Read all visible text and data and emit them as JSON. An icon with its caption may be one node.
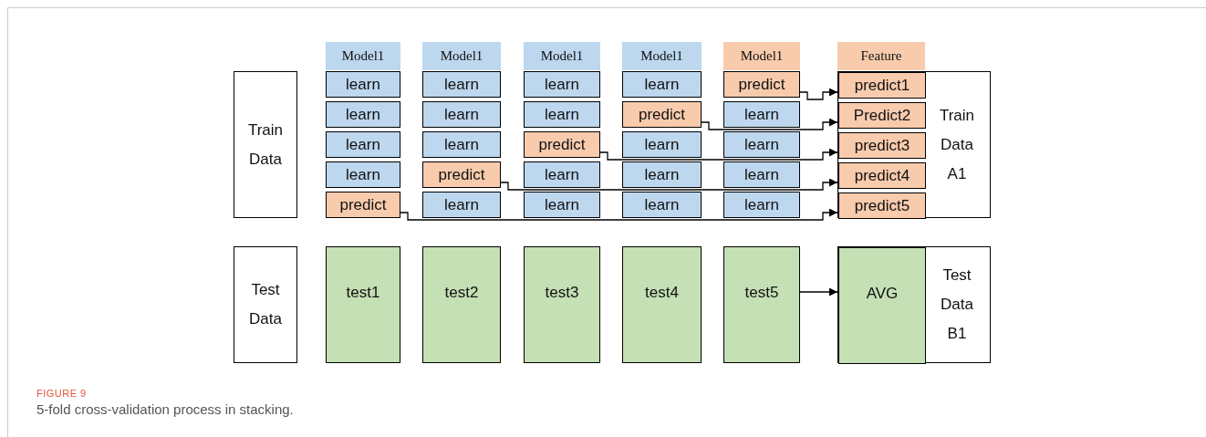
{
  "diagram": {
    "title": "FIGURE 9",
    "caption": "5-fold cross-validation process in stacking.",
    "nodes": [
      {
        "text": [
          "Train Data"
        ]
      },
      {
        "text": [
          "Model1"
        ]
      },
      {
        "text": [
          "learn"
        ]
      },
      {
        "text": [
          "learn"
        ]
      },
      {
        "text": [
          "learn"
        ]
      },
      {
        "text": [
          "learn"
        ]
      },
      {
        "text": [
          "predict"
        ]
      },
      {
        "text": [
          "Model1"
        ]
      },
      {
        "text": [
          "learn"
        ]
      },
      {
        "text": [
          "learn"
        ]
      },
      {
        "text": [
          "learn"
        ]
      },
      {
        "text": [
          "predict"
        ]
      },
      {
        "text": [
          "learn"
        ]
      },
      {
        "text": [
          "Model1"
        ]
      },
      {
        "text": [
          "learn"
        ]
      },
      {
        "text": [
          "learn"
        ]
      },
      {
        "text": [
          "predict"
        ]
      },
      {
        "text": [
          "learn"
        ]
      },
      {
        "text": [
          "learn"
        ]
      },
      {
        "text": [
          "Model1"
        ]
      },
      {
        "text": [
          "learn"
        ]
      },
      {
        "text": [
          "predict"
        ]
      },
      {
        "text": [
          "learn"
        ]
      },
      {
        "text": [
          "learn"
        ]
      },
      {
        "text": [
          "learn"
        ]
      },
      {
        "text": [
          "Model1"
        ]
      },
      {
        "text": [
          "predict"
        ]
      },
      {
        "text": [
          "learn"
        ]
      },
      {
        "text": [
          "learn"
        ]
      },
      {
        "text": [
          "learn"
        ]
      },
      {
        "text": [
          "learn"
        ]
      },
      {
        "text": [
          "Feature"
        ]
      },
      {
        "text": [
          "Train Data A1"
        ]
      },
      {
        "text": [
          "predict1"
        ],
        "in": 32
      },
      {
        "text": [
          "Predict2"
        ],
        "in": 32
      },
      {
        "text": [
          "predict3"
        ],
        "in": 32
      },
      {
        "text": [
          "predict4"
        ],
        "in": 32
      },
      {
        "text": [
          "predict5"
        ],
        "in": 32
      },
      {
        "text": [
          "Test Data"
        ]
      },
      {
        "text": [
          "test1"
        ]
      },
      {
        "text": [
          "test2"
        ]
      },
      {
        "text": [
          "test3"
        ]
      },
      {
        "text": [
          "test4"
        ]
      },
      {
        "text": [
          "test5"
        ]
      },
      {
        "text": [
          "Test Data B1"
        ]
      },
      {
        "text": [
          "AVG"
        ],
        "in": 44
      }
    ],
    "edges": [
      {
        "from": 26,
        "to": 33,
        "arrow": "to"
      },
      {
        "from": 21,
        "to": 34,
        "arrow": "to"
      },
      {
        "from": 16,
        "to": 35,
        "arrow": "to"
      },
      {
        "from": 11,
        "to": 36,
        "arrow": "to"
      },
      {
        "from": 6,
        "to": 37,
        "arrow": "to"
      },
      {
        "from": 43,
        "to": 45,
        "arrow": "to"
      }
    ]
  }
}
